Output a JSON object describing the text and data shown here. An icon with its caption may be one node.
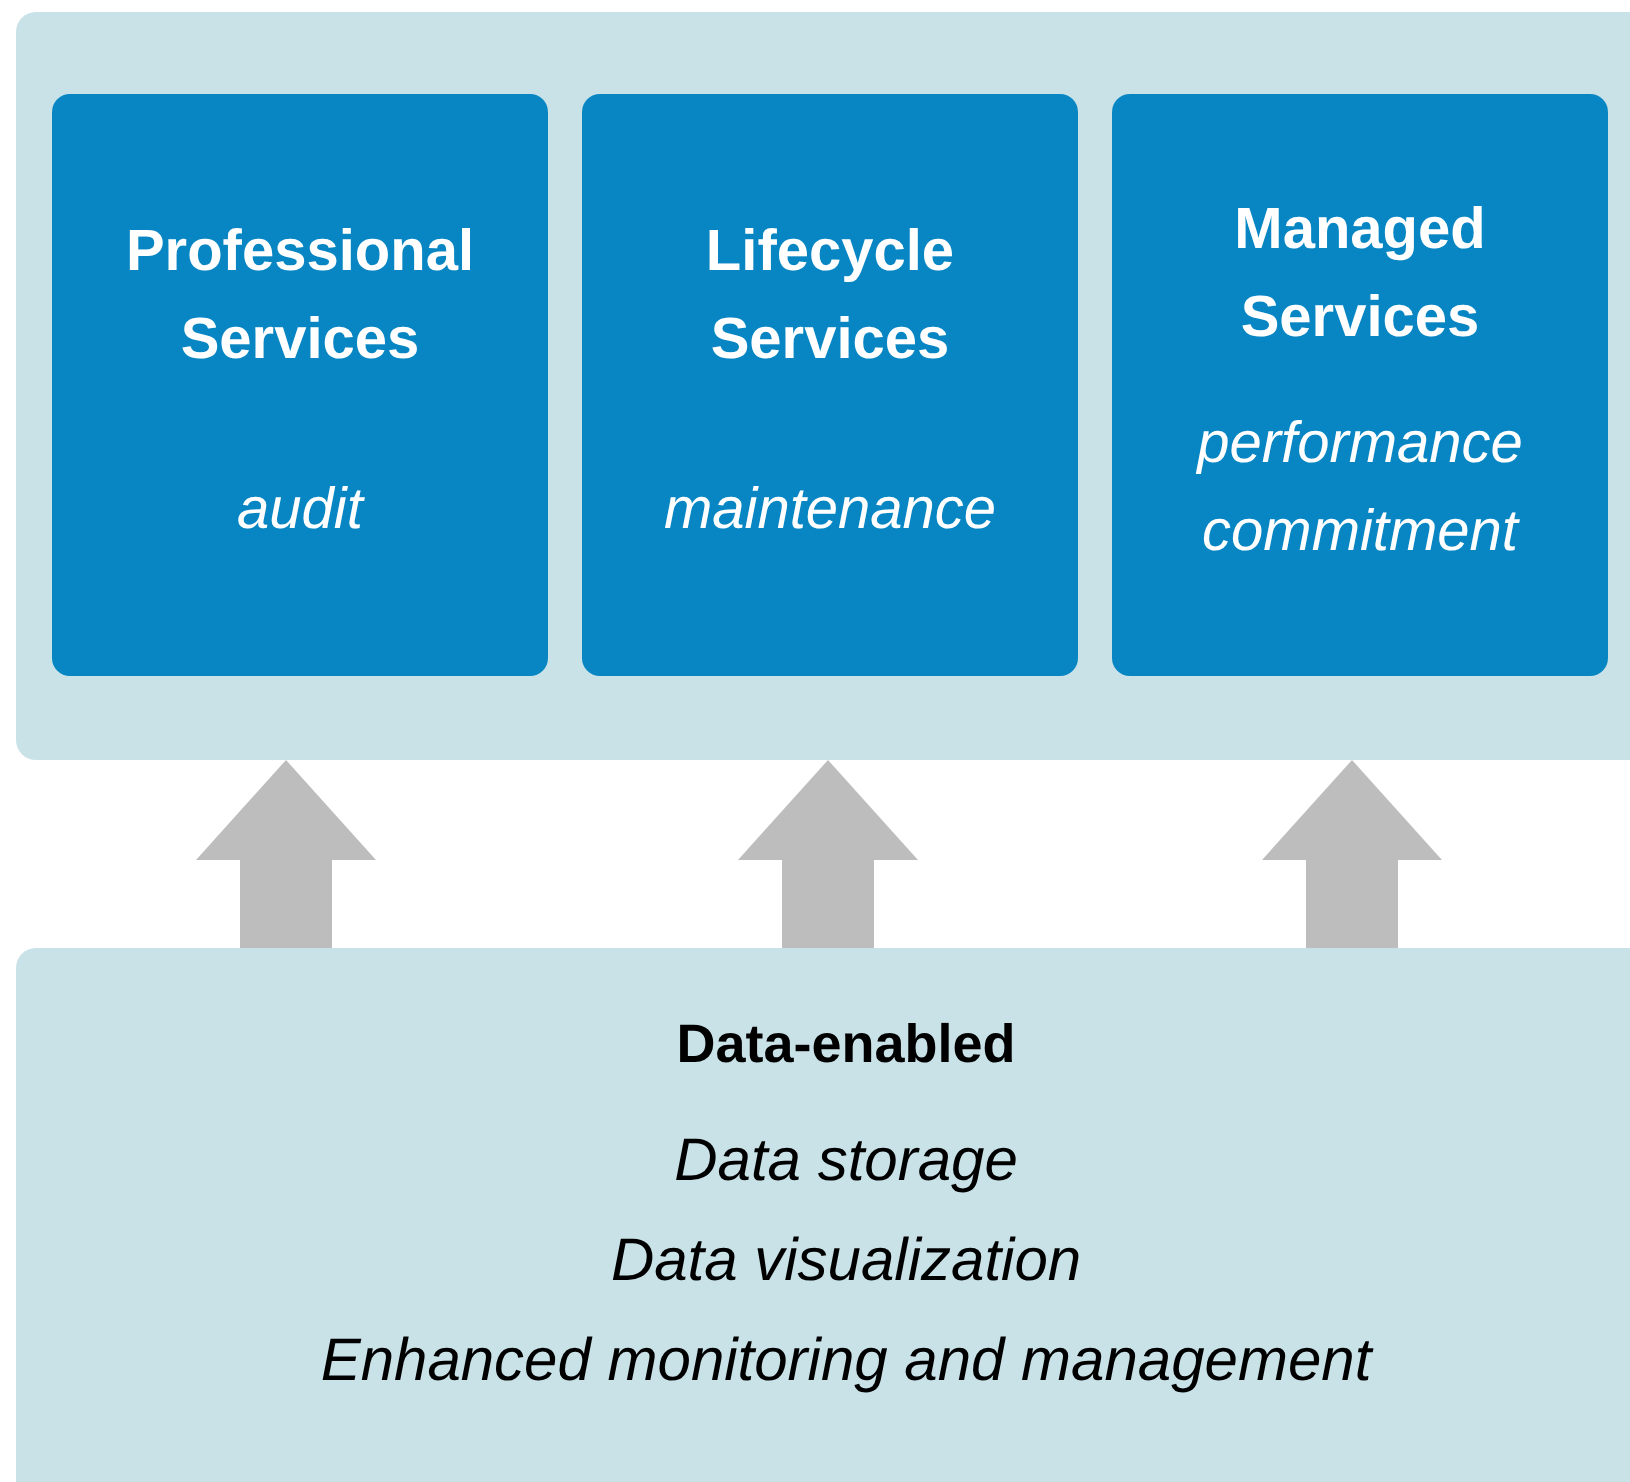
{
  "diagram": {
    "nodes": [
      {
        "text": [],
        "shape": "box"
      },
      {
        "text": [
          "Professional Services",
          "audit"
        ],
        "in": 0
      },
      {
        "text": [
          "Lifecycle Services",
          "maintenance"
        ],
        "in": 0
      },
      {
        "text": [
          "Managed Services",
          "performance commitment"
        ],
        "in": 0
      },
      {
        "text": [
          "Data-enabled",
          "Data storage",
          "Data visualization",
          "Enhanced monitoring and management"
        ]
      }
    ],
    "edges": [
      {
        "from": 4,
        "to": 0,
        "arrow": "to"
      },
      {
        "from": 4,
        "to": 0,
        "arrow": "to"
      },
      {
        "from": 4,
        "to": 0,
        "arrow": "to"
      }
    ]
  }
}
